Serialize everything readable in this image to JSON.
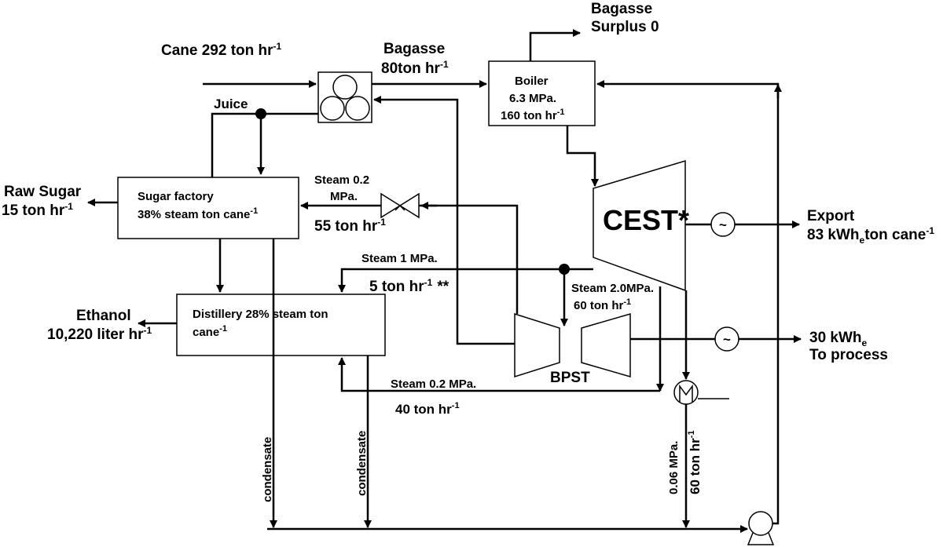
{
  "labels": {
    "cane": "Cane 292 ton hr",
    "cane_sup": "-1",
    "bagasse_top1": "Bagasse",
    "bagasse_top2": "Surplus 0",
    "bagasse_in1": "Bagasse",
    "bagasse_in2": "80ton hr",
    "bagasse_in2_sup": "-1",
    "boiler1": "Boiler",
    "boiler2": "6.3 MPa.",
    "boiler3": "160 ton hr",
    "boiler3_sup": "-1",
    "juice": "Juice",
    "raw_sugar1": "Raw Sugar",
    "raw_sugar2": "15 ton hr",
    "raw_sugar2_sup": "-1",
    "sugar_factory1": "Sugar factory",
    "sugar_factory2": "38% steam ton cane",
    "sugar_factory2_sup": "-1",
    "steam02_a1": "Steam 0.2",
    "steam02_a2": "MPa.",
    "steam02_a3": "55 ton hr",
    "steam02_a3_sup": "-1",
    "cest": "CEST*",
    "export1": "Export",
    "export2a": "83 kWh",
    "export2_sub": "e",
    "export2b": "ton cane",
    "export2_sup": "-1",
    "steam1": "Steam 1 MPa.",
    "steam1_flow": "5 ton hr",
    "steam1_flow_sup": "-1",
    "steam1_flow_mark": "**",
    "steam20_1": "Steam 2.0MPa.",
    "steam20_2": "60 ton hr",
    "steam20_2_sup": "-1",
    "ethanol1": "Ethanol",
    "ethanol2": "10,220 liter hr",
    "ethanol2_sup": "-1",
    "distillery1": "Distillery 28% steam ton",
    "distillery2": "cane",
    "distillery2_sup": "-1",
    "bpst": "BPST",
    "process1a": "30 kWh",
    "process1_sub": "e",
    "process2": "To process",
    "steam02_b1": "Steam 0.2 MPa.",
    "steam02_b2": "40 ton hr",
    "steam02_b2_sup": "-1",
    "condensate1": "condensate",
    "condensate2": "condensate",
    "vac1": "0.06 MPa.",
    "vac2": "60 ton hr",
    "vac2_sup": "-1"
  }
}
